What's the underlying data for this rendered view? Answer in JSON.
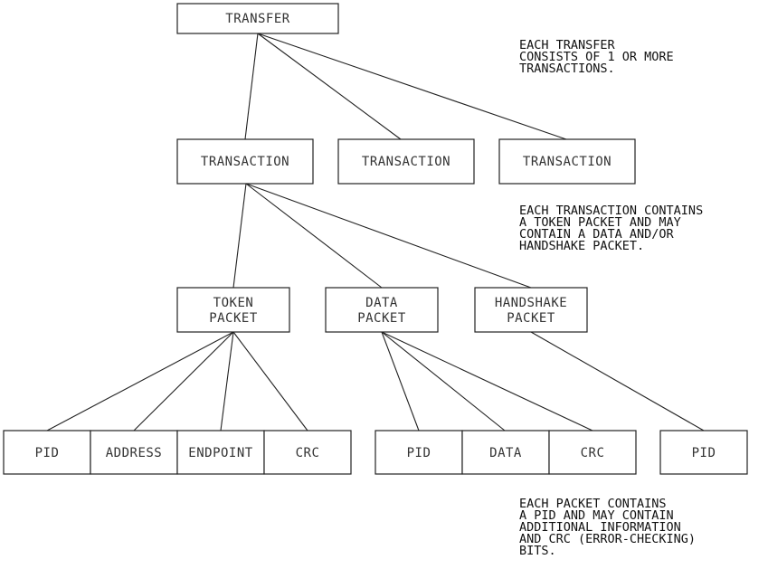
{
  "diagram": {
    "transfer": {
      "label": "TRANSFER"
    },
    "transactions": [
      {
        "label": "TRANSACTION"
      },
      {
        "label": "TRANSACTION"
      },
      {
        "label": "TRANSACTION"
      }
    ],
    "packets": [
      {
        "label_lines": [
          "TOKEN",
          "PACKET"
        ]
      },
      {
        "label_lines": [
          "DATA",
          "PACKET"
        ]
      },
      {
        "label_lines": [
          "HANDSHAKE",
          "PACKET"
        ]
      }
    ],
    "token_fields": [
      "PID",
      "ADDRESS",
      "ENDPOINT",
      "CRC"
    ],
    "data_fields": [
      "PID",
      "DATA",
      "CRC"
    ],
    "handshake_fields": [
      "PID"
    ],
    "notes": {
      "transfer": [
        "EACH TRANSFER",
        "CONSISTS OF 1 OR MORE",
        "TRANSACTIONS."
      ],
      "transaction": [
        "EACH TRANSACTION CONTAINS",
        "A TOKEN PACKET AND MAY",
        "CONTAIN A DATA AND/OR",
        "HANDSHAKE PACKET."
      ],
      "packet": [
        "EACH PACKET CONTAINS",
        "A PID AND MAY CONTAIN",
        "ADDITIONAL INFORMATION",
        "AND CRC (ERROR-CHECKING)",
        "BITS."
      ]
    }
  }
}
